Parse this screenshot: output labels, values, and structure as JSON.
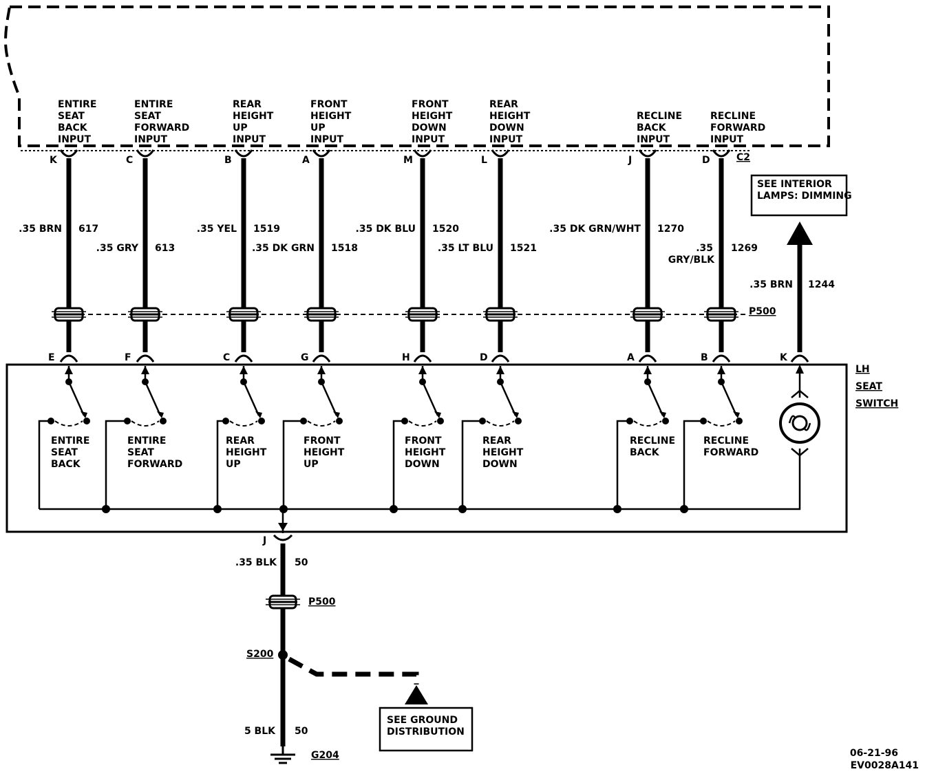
{
  "module": {
    "inputs": [
      {
        "pin": "K",
        "lines": [
          "ENTIRE",
          "SEAT",
          "BACK",
          "INPUT"
        ]
      },
      {
        "pin": "C",
        "lines": [
          "ENTIRE",
          "SEAT",
          "FORWARD",
          "INPUT"
        ]
      },
      {
        "pin": "B",
        "lines": [
          "REAR",
          "HEIGHT",
          "UP",
          "INPUT"
        ]
      },
      {
        "pin": "A",
        "lines": [
          "FRONT",
          "HEIGHT",
          "UP",
          "INPUT"
        ]
      },
      {
        "pin": "M",
        "lines": [
          "FRONT",
          "HEIGHT",
          "DOWN",
          "INPUT"
        ]
      },
      {
        "pin": "L",
        "lines": [
          "REAR",
          "HEIGHT",
          "DOWN",
          "INPUT"
        ]
      },
      {
        "pin": "J",
        "lines": [
          "RECLINE",
          "BACK",
          "INPUT"
        ]
      },
      {
        "pin": "D",
        "lines": [
          "RECLINE",
          "FORWARD",
          "INPUT"
        ]
      }
    ],
    "connector": "C2"
  },
  "wires": [
    {
      "color": ".35 BRN",
      "circuit": "617"
    },
    {
      "color": ".35 GRY",
      "circuit": "613"
    },
    {
      "color": ".35 YEL",
      "circuit": "1519"
    },
    {
      "color": ".35 DK GRN",
      "circuit": "1518"
    },
    {
      "color": ".35 DK BLU",
      "circuit": "1520"
    },
    {
      "color": ".35 LT BLU",
      "circuit": "1521"
    },
    {
      "color": ".35 DK GRN/WHT",
      "circuit": "1270"
    },
    {
      "color_lines": [
        ".35",
        "GRY/BLK"
      ],
      "circuit": "1269"
    }
  ],
  "lamp_wire": {
    "color": ".35 BRN",
    "circuit": "1244",
    "pin": "K"
  },
  "interior_ref": [
    "SEE INTERIOR",
    "LAMPS: DIMMING"
  ],
  "connector_p500": "P500",
  "switch_pins": [
    "E",
    "F",
    "C",
    "G",
    "H",
    "D",
    "A",
    "B"
  ],
  "switch_title": [
    "LH",
    "SEAT",
    "SWITCH"
  ],
  "switches": [
    [
      "ENTIRE",
      "SEAT",
      "BACK"
    ],
    [
      "ENTIRE",
      "SEAT",
      "FORWARD"
    ],
    [
      "REAR",
      "HEIGHT",
      "UP"
    ],
    [
      "FRONT",
      "HEIGHT",
      "UP"
    ],
    [
      "FRONT",
      "HEIGHT",
      "DOWN"
    ],
    [
      "REAR",
      "HEIGHT",
      "DOWN"
    ],
    [
      "RECLINE",
      "BACK"
    ],
    [
      "RECLINE",
      "FORWARD"
    ]
  ],
  "ground": {
    "pin": "J",
    "wire1": {
      "color": ".35 BLK",
      "circuit": "50"
    },
    "connector": "P500",
    "splice": "S200",
    "wire2": {
      "color": "5 BLK",
      "circuit": "50"
    },
    "ground_point": "G204",
    "ref": [
      "SEE GROUND",
      "DISTRIBUTION"
    ]
  },
  "footer": {
    "date": "06-21-96",
    "code": "EV0028A141"
  }
}
